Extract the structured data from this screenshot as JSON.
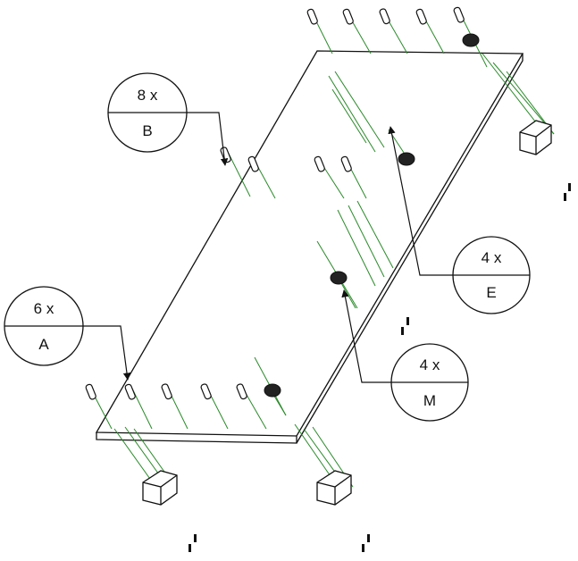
{
  "callouts": [
    {
      "id": "B",
      "qty": "8 x",
      "letter": "B"
    },
    {
      "id": "A",
      "qty": "6 x",
      "letter": "A"
    },
    {
      "id": "E",
      "qty": "4 x",
      "letter": "E"
    },
    {
      "id": "M",
      "qty": "4 x",
      "letter": "M"
    }
  ],
  "colors": {
    "line": "#111111",
    "dowel_axis": "#2a8a2a",
    "background": "#ffffff"
  }
}
